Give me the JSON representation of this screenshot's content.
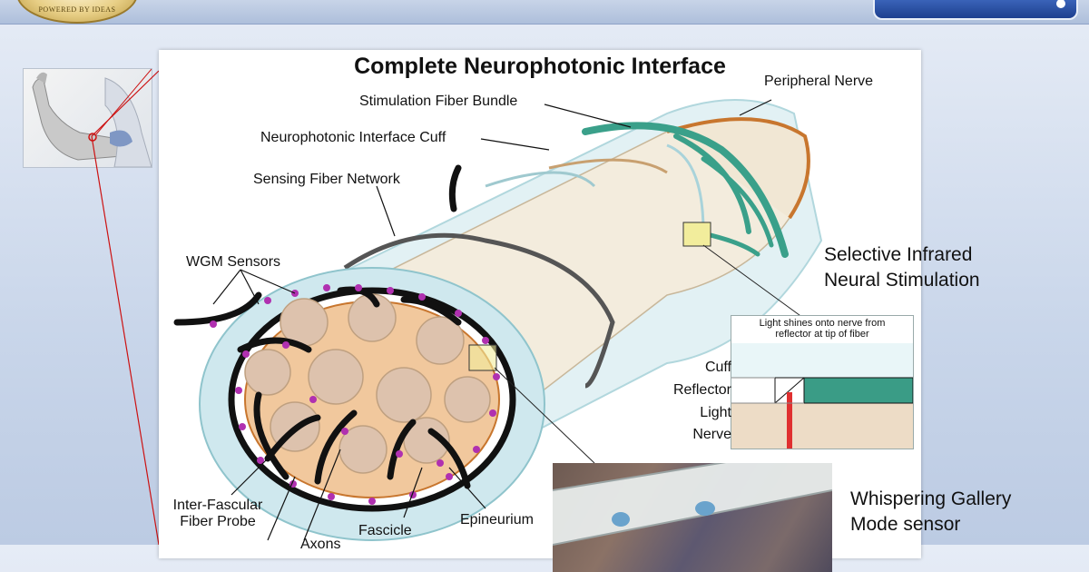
{
  "logo": {
    "text": "POWERED BY IDEAS"
  },
  "diagram": {
    "title": "Complete Neurophotonic Interface",
    "labels": {
      "peripheral_nerve": "Peripheral Nerve",
      "stimulation_fiber_bundle": "Stimulation Fiber Bundle",
      "neurophotonic_interface_cuff": "Neurophotonic Interface Cuff",
      "sensing_fiber_network": "Sensing Fiber Network",
      "wgm_sensors": "WGM Sensors",
      "inter_fascular_fiber_probe_1": "Inter-Fascular",
      "inter_fascular_fiber_probe_2": "Fiber Probe",
      "axons": "Axons",
      "fascicle": "Fascicle",
      "epineurium": "Epineurium"
    },
    "inset": {
      "caption_1": "Light shines onto nerve from",
      "caption_2": "reflector at tip of fiber",
      "cuff": "Cuff",
      "reflector": "Reflector",
      "light": "Light",
      "nerve": "Nerve"
    }
  },
  "callouts": {
    "selective_1": "Selective Infrared",
    "selective_2": "Neural Stimulation",
    "whispering_1": "Whispering Gallery",
    "whispering_2": "Mode sensor"
  },
  "colors": {
    "fiber_black": "#111111",
    "sensor_magenta": "#b030b0",
    "fascicle_fill": "#ddc2ad",
    "nerve_orange": "#c8762e",
    "stim_green": "#3aa08a",
    "cuff_glass": "#bfe3ea",
    "laser_red": "#e03030"
  }
}
